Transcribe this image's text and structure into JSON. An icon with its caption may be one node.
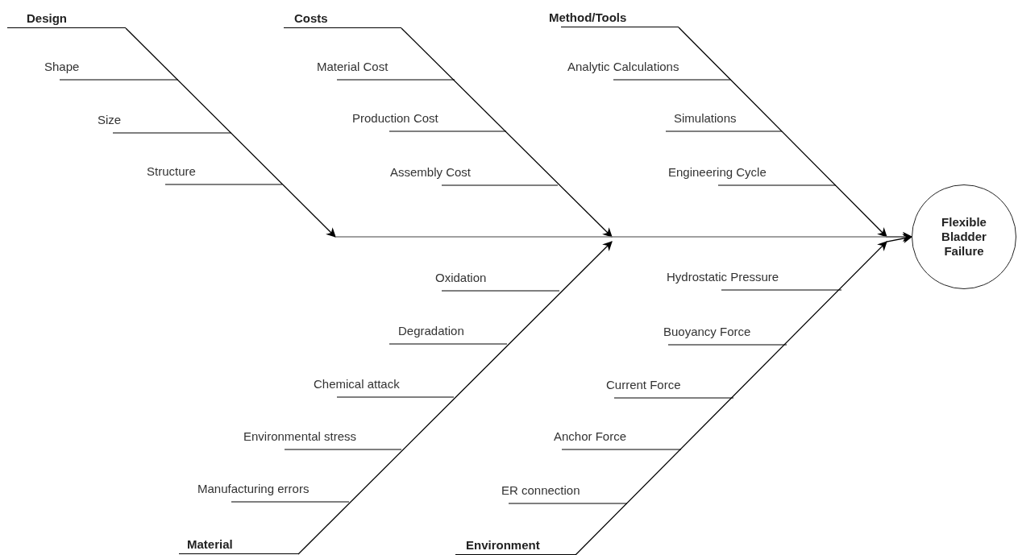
{
  "diagram": {
    "nodes": [
      {
        "text": [
          "Design"
        ]
      },
      {
        "text": [
          "Costs"
        ]
      },
      {
        "text": [
          "Method/Tools"
        ]
      },
      {
        "text": [
          "Material"
        ]
      },
      {
        "text": [
          "Environment"
        ]
      },
      {
        "text": [
          "Flexible Bladder Failure"
        ]
      }
    ],
    "edges": [
      {
        "from": 0,
        "to": null,
        "arrow": "to"
      },
      {
        "from": 1,
        "to": null,
        "arrow": "to"
      },
      {
        "from": 2,
        "to": 5,
        "arrow": "to"
      },
      {
        "from": 3,
        "to": null,
        "arrow": "to"
      },
      {
        "from": 4,
        "to": 5,
        "arrow": "to"
      },
      {
        "from": null,
        "to": 5,
        "arrow": "to",
        "color": "#808080"
      }
    ],
    "labels": [
      "Shape",
      "Size",
      "Structure",
      "Material Cost",
      "Production Cost",
      "Assembly Cost",
      "Analytic Calculations",
      "Simulations",
      "Engineering Cycle",
      "Oxidation",
      "Degradation",
      "Chemical attack",
      "Environmental stress",
      "Manufacturing errors",
      "Hydrostatic Pressure",
      "Buoyancy Force",
      "Current Force",
      "Anchor Force",
      "ER connection"
    ]
  }
}
